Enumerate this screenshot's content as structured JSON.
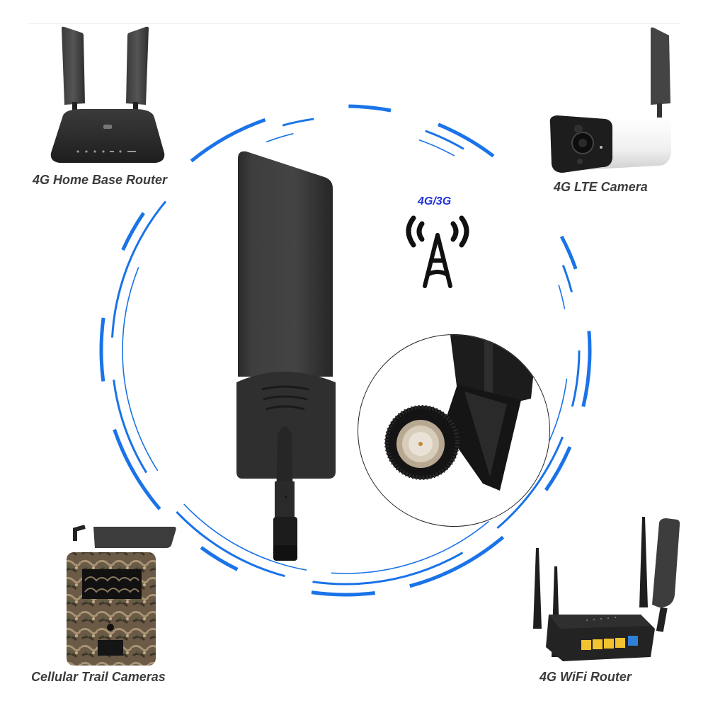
{
  "colors": {
    "accent_blue": "#1a73e8",
    "network_label_blue": "#1f2fd6",
    "label_gray": "#3c3c3c",
    "antenna_black": "#2b2b2b"
  },
  "devices": [
    {
      "id": "home-router",
      "label": "4G Home Base Router",
      "icon": "router-icon"
    },
    {
      "id": "lte-camera",
      "label": "4G LTE Camera",
      "icon": "security-camera-icon"
    },
    {
      "id": "trail-camera",
      "label": "Cellular Trail Cameras",
      "icon": "trail-camera-icon"
    },
    {
      "id": "wifi-router",
      "label": "4G WiFi Router",
      "icon": "wifi-router-icon"
    }
  ],
  "center": {
    "product": "paddle-antenna",
    "network_label": "4G/3G",
    "network_icon": "cell-tower-icon",
    "detail_view": "sma-connector-closeup"
  }
}
